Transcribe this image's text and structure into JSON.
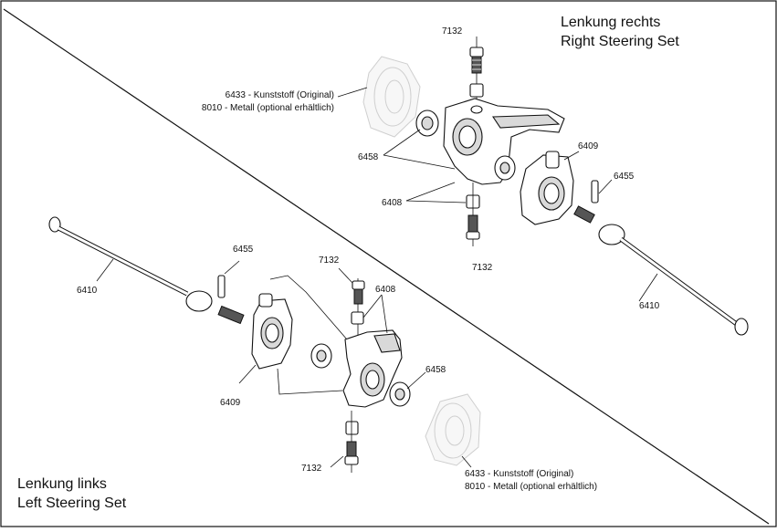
{
  "right_set": {
    "title_de": "Lenkung rechts",
    "title_en": "Right Steering Set",
    "labels": {
      "screw_top": "7132",
      "hub_plastic": "6433 - Kunststoff (Original)",
      "hub_metal": "8010 - Metall (optional erhältlich)",
      "bearing": "6458",
      "bushing": "6408",
      "carrier": "6409",
      "pin": "6455",
      "screw_bottom": "7132",
      "driveshaft": "6410"
    }
  },
  "left_set": {
    "title_de": "Lenkung links",
    "title_en": "Left Steering Set",
    "labels": {
      "driveshaft": "6410",
      "pin": "6455",
      "screw_top": "7132",
      "bushing": "6408",
      "bearing": "6458",
      "carrier": "6409",
      "screw_bottom": "7132",
      "hub_plastic": "6433 - Kunststoff (Original)",
      "hub_metal": "8010 - Metall (optional erhältlich)"
    }
  }
}
